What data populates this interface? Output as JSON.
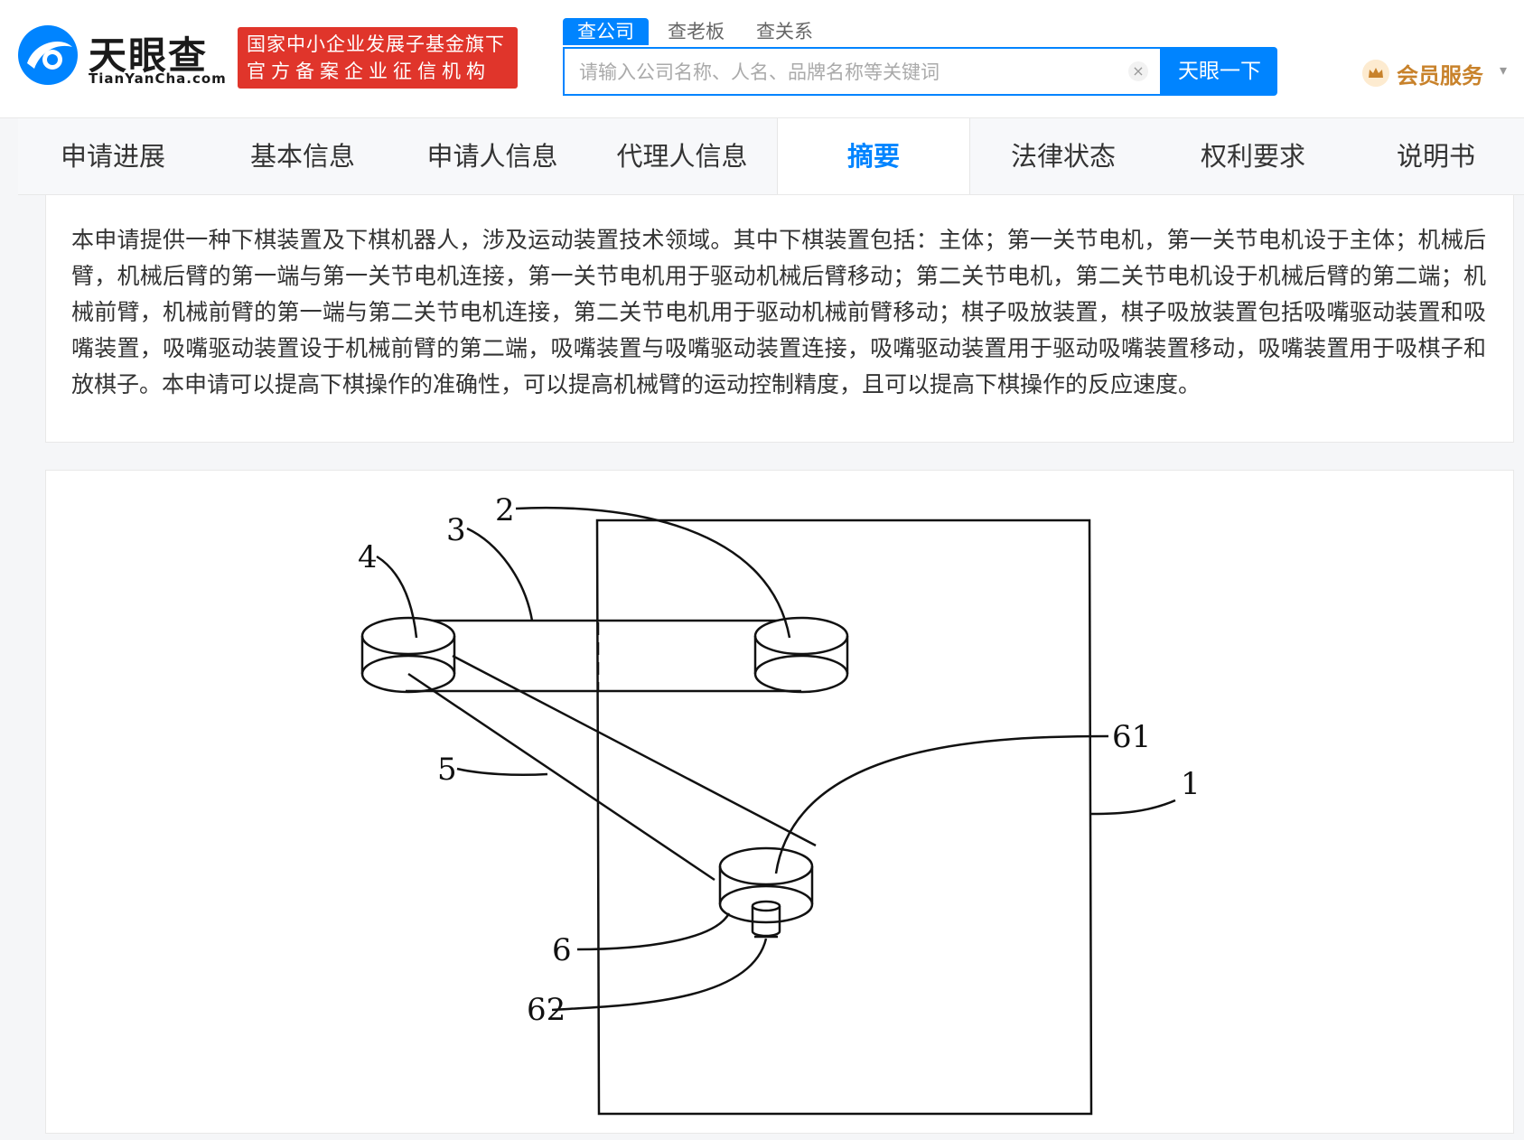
{
  "header": {
    "logo_text": "天眼查",
    "logo_sub": "TianYanCha.com",
    "badge_line1": "国家中小企业发展子基金旗下",
    "badge_line2": "官方备案企业征信机构",
    "search_tabs": [
      "查公司",
      "查老板",
      "查关系"
    ],
    "search_placeholder": "请输入公司名称、人名、品牌名称等关键词",
    "clear_symbol": "×",
    "search_button": "天眼一下",
    "member_label": "会员服务",
    "member_arrow": "▾"
  },
  "tabs": [
    "申请进展",
    "基本信息",
    "申请人信息",
    "代理人信息",
    "摘要",
    "法律状态",
    "权利要求",
    "说明书"
  ],
  "active_tab": "摘要",
  "abstract": {
    "text": "本申请提供一种下棋装置及下棋机器人，涉及运动装置技术领域。其中下棋装置包括：主体；第一关节电机，第一关节电机设于主体；机械后臂，机械后臂的第一端与第一关节电机连接，第一关节电机用于驱动机械后臂移动；第二关节电机，第二关节电机设于机械后臂的第二端；机械前臂，机械前臂的第一端与第二关节电机连接，第二关节电机用于驱动机械前臂移动；棋子吸放装置，棋子吸放装置包括吸嘴驱动装置和吸嘴装置，吸嘴驱动装置设于机械前臂的第二端，吸嘴装置与吸嘴驱动装置连接，吸嘴驱动装置用于驱动吸嘴装置移动，吸嘴装置用于吸棋子和放棋子。本申请可以提高下棋操作的准确性，可以提高机械臂的运动控制精度，且可以提高下棋操作的反应速度。"
  },
  "figure": {
    "labels": {
      "l1": "1",
      "l2": "2",
      "l3": "3",
      "l4": "4",
      "l5": "5",
      "l6": "6",
      "l61": "61",
      "l62": "62"
    }
  }
}
